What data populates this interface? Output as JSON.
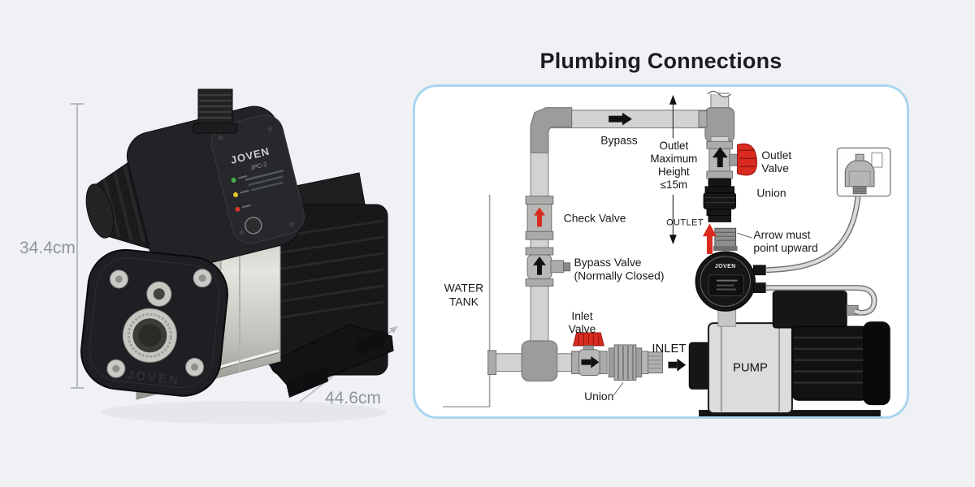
{
  "page": {
    "background_color": "#f0f1f5"
  },
  "title": "Plumbing Connections",
  "product": {
    "brand": "JOVEN",
    "model": "JPC-2",
    "flange_brand": "JOVEN",
    "height_label": "34.4cm",
    "width_label": "44.6cm",
    "colors": {
      "body_black": "#1d1f22",
      "steel": "#c6c7c1",
      "led_green": "#46b14e",
      "led_yellow": "#e5c32b",
      "led_red": "#d8352b",
      "dim_line": "#b6b9bf",
      "dim_text": "#8f949e"
    }
  },
  "diagram": {
    "panel_border_color": "#a9d6f0",
    "labels": {
      "bypass": "Bypass",
      "check_valve": "Check Valve",
      "bypass_valve": [
        "Bypass Valve",
        "(Normally Closed)"
      ],
      "water_tank": [
        "WATER",
        "TANK"
      ],
      "inlet_valve": [
        "Inlet",
        "Valve"
      ],
      "union_inlet": "Union",
      "inlet": "INLET",
      "pump": "PUMP",
      "outlet_max_height": [
        "Outlet",
        "Maximum",
        "Height",
        "≤15m"
      ],
      "outlet_valve": [
        "Outlet",
        "Valve"
      ],
      "union_outlet": "Union",
      "outlet": "OUTLET",
      "arrow_note": [
        "Arrow must",
        "point upward"
      ],
      "controller_brand": "JOVEN"
    },
    "colors": {
      "pipe": "#d2d2d0",
      "fitting": "#9c9c9a",
      "valve_red": "#d92b1f",
      "flow_arrow_black": "#111111",
      "flow_arrow_red": "#d92b1f"
    }
  }
}
